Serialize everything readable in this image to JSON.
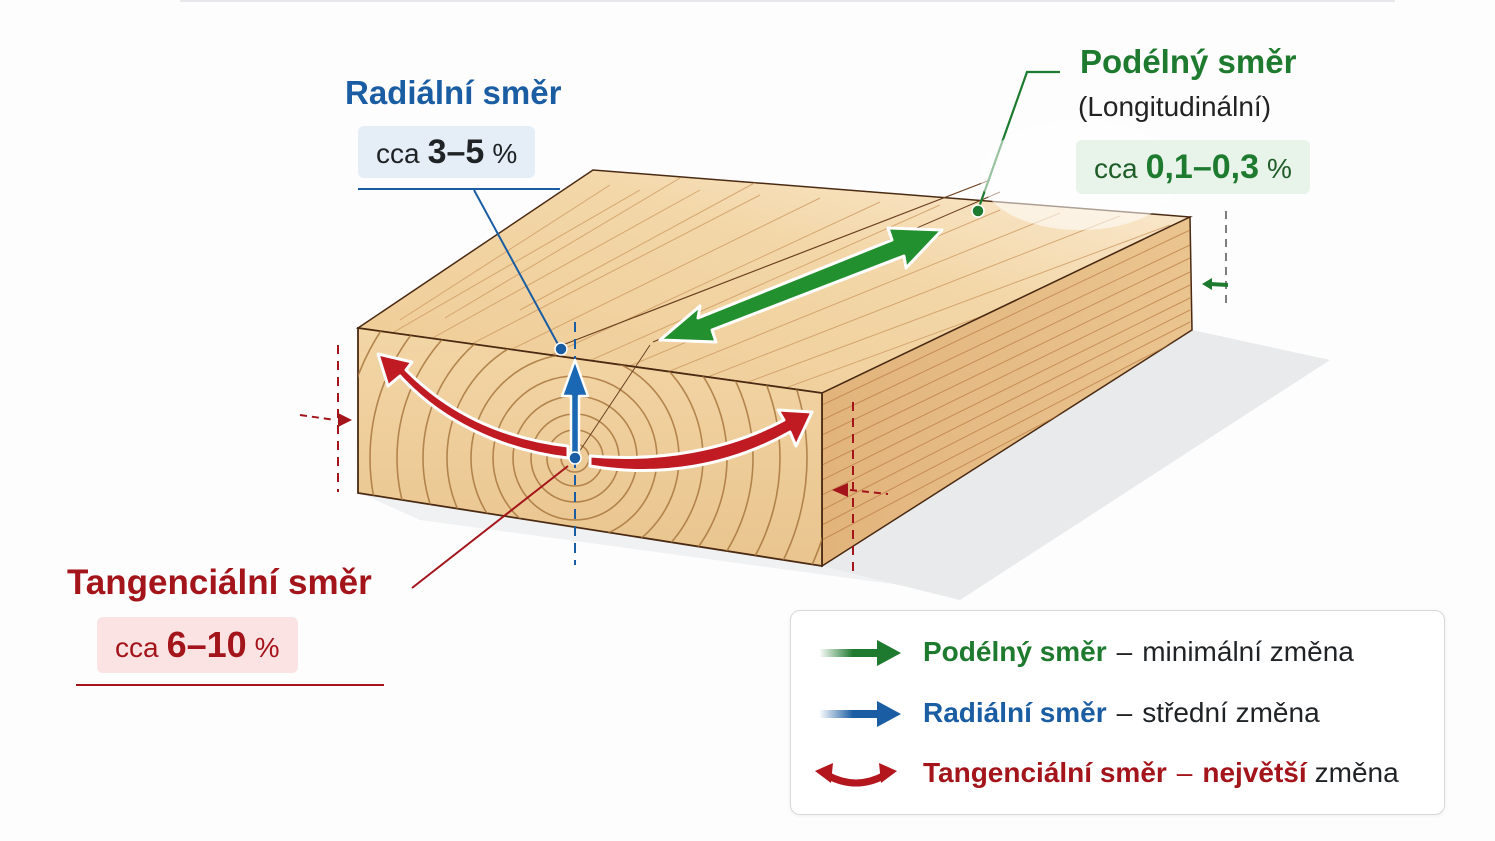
{
  "figure": {
    "subject": "wood-block-shrinkage-directions"
  },
  "radial": {
    "title": "Radiální směr",
    "prefix": "cca",
    "value": "3–5",
    "unit": "%",
    "color": "#1a5da3"
  },
  "longitudinal": {
    "title": "Podélný směr",
    "subtitle": "(Longitudinální)",
    "prefix": "cca",
    "value": "0,1–0,3",
    "unit": "%",
    "color": "#1e7a2e"
  },
  "tangential": {
    "title": "Tangenciální směr",
    "prefix": "cca",
    "value": "6–10",
    "unit": "%",
    "color": "#a3141b"
  },
  "legend": {
    "items": [
      {
        "icon": "green-arrow-right-icon",
        "name": "Podélný směr",
        "dash": "–",
        "desc": "minimální změna",
        "color": "#1e7a2e"
      },
      {
        "icon": "blue-arrow-right-icon",
        "name": "Radiální směr",
        "dash": "–",
        "desc": "střední změna",
        "color": "#1a5da3"
      },
      {
        "icon": "red-curved-double-arrow-icon",
        "name": "Tangenciální směr",
        "dash": "–",
        "emphasis": "největší",
        "desc": "změna",
        "color": "#a3141b"
      }
    ]
  },
  "colors": {
    "wood_light": "#f3d7a8",
    "wood_mid": "#e6bd84",
    "wood_dark": "#c98d52",
    "edge": "#4a2a12"
  }
}
